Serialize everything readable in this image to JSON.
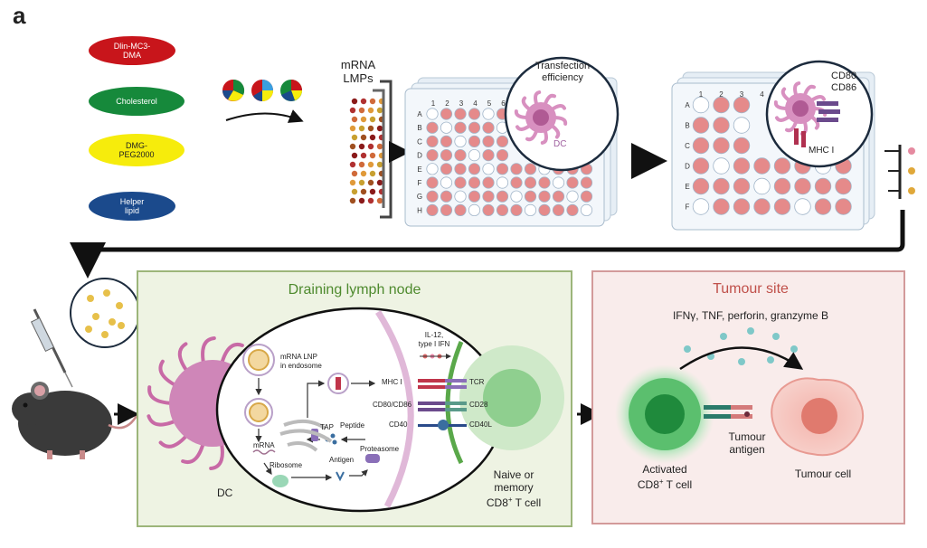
{
  "panel_label": "a",
  "lipids": [
    {
      "label": "Dlin-MC3-\nDMA",
      "color": "#c8151b",
      "text_color": "#ffffff"
    },
    {
      "label": "Cholesterol",
      "color": "#16893b",
      "text_color": "#ffffff"
    },
    {
      "label": "DMG-\nPEG2000",
      "color": "#f6ec0c",
      "text_color": "#222222"
    },
    {
      "label": "Helper\nlipid",
      "color": "#1b4a8c",
      "text_color": "#ffffff"
    }
  ],
  "mrna_lmps_label": "mRNA\nLMPs",
  "plate1": {
    "columns": [
      "1",
      "2",
      "3",
      "4",
      "5",
      "6"
    ],
    "rows": [
      "A",
      "B",
      "C",
      "D",
      "E",
      "F",
      "G",
      "H"
    ],
    "callout_title": "Transfection\nefficiency",
    "callout_cell": "DC"
  },
  "plate2": {
    "columns": [
      "1",
      "2",
      "3",
      "4"
    ],
    "rows": [
      "A",
      "B",
      "C",
      "D",
      "E",
      "F"
    ],
    "callout_markers": "CD80\nCD86",
    "callout_mhc": "MHC I"
  },
  "lymph_node": {
    "title": "Draining lymph node",
    "labels": {
      "mrna_lnp": "mRNA LNP\nin endosome",
      "mrna": "mRNA",
      "ribosome": "Ribosome",
      "antigen": "Antigen",
      "proteasome": "Proteasome",
      "peptide": "Peptide",
      "tap": "TAP",
      "mhc1": "MHC I",
      "tcr": "TCR",
      "cd80_86": "CD80/CD86",
      "cd28": "CD28",
      "cd40": "CD40",
      "cd40l": "CD40L",
      "cytokines": "IL-12,\ntype I IFN",
      "dc": "DC",
      "tcell": "Naive or\nmemory\nCD8",
      "tcell_sup": "+",
      "tcell_suffix": " T cell"
    }
  },
  "tumour_site": {
    "title": "Tumour site",
    "cytokines": "IFNγ, TNF, perforin, granzyme B",
    "activated_cell": "Activated\nCD8",
    "activated_sup": "+",
    "activated_suffix": " T cell",
    "tumour_antigen": "Tumour\nantigen",
    "tumour_cell": "Tumour cell"
  },
  "colors": {
    "lymph_bg": "#eef3e3",
    "lymph_border": "#9cb57a",
    "tumour_bg": "#f9eceb",
    "tumour_border": "#d39a9a",
    "dc_purple": "#c86aa6",
    "tcell_green": "#5bbf6e",
    "tumour_pink": "#e98a80",
    "well_pink": "#e58a8a"
  }
}
